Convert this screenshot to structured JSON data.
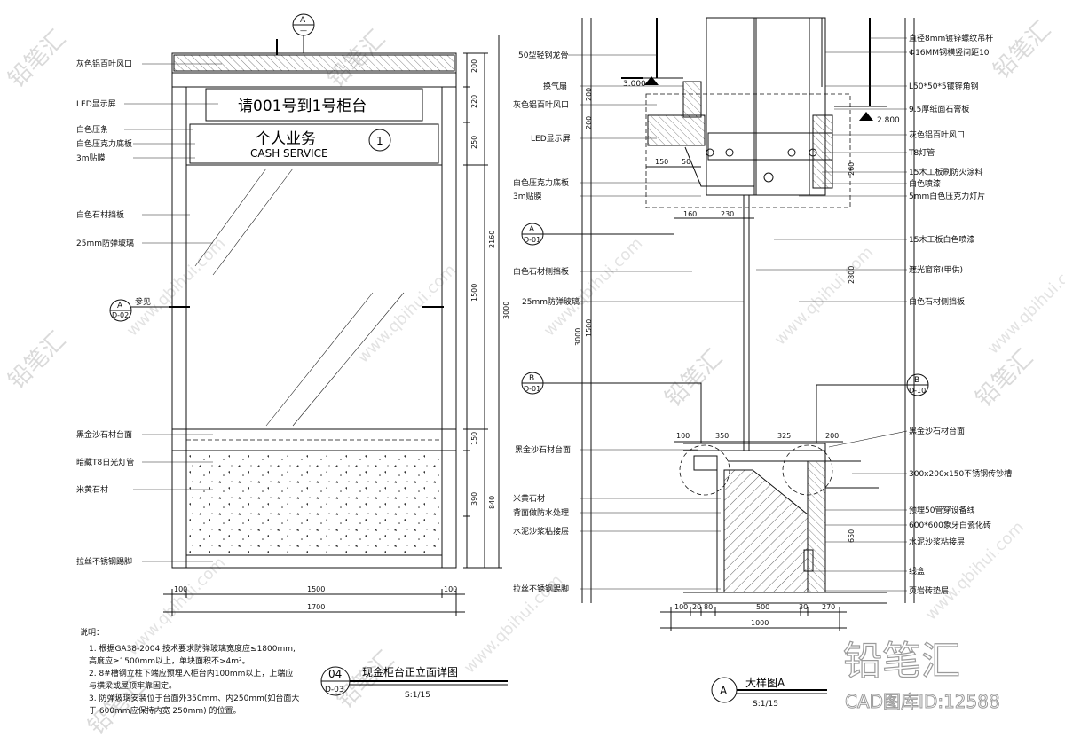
{
  "elevation": {
    "top_callout": {
      "letter": "A",
      "sub": "—"
    },
    "sign_top": "请001号到1号柜台",
    "sign_main": "个人业务",
    "sign_sub": "CASH SERVICE",
    "sign_number": "1",
    "side_callout": {
      "letter": "A",
      "sub": "D-02",
      "label": "参见"
    },
    "labels_left": [
      "灰色铝百叶风口",
      "LED显示屏",
      "白色压条",
      "白色压克力底板",
      "3m贴膜",
      "白色石材挡板",
      "25mm防弹玻璃",
      "黑金沙石材台面",
      "暗藏T8日光灯管",
      "米黄石材",
      "拉丝不锈钢踢脚"
    ],
    "dims_right_inner": [
      "200",
      "220",
      "250",
      "1500",
      "150",
      "390",
      "840"
    ],
    "dims_right_outer": [
      "2160",
      "3000"
    ],
    "dims_bottom": [
      "100",
      "1500",
      "100"
    ],
    "dim_total": "1700"
  },
  "notes": {
    "heading": "说明：",
    "lines": [
      "1. 根据GA38-2004 技术要求防弹玻璃宽度应≤1800mm,",
      "   高度应≥1500mm以上，单块面积不>4m²。",
      "2. 8#槽钢立柱下端应预埋入柜台内100mm以上，上端应",
      "   与横梁或屋顶牢靠固定。",
      "3. 防弹玻璃安装位于台面外350mm、内250mm(如台面大",
      "   于 600mm应保持内宽 250mm) 的位置。"
    ]
  },
  "title_block_1": {
    "num": "04",
    "sheet": "D-03",
    "title": "现金柜台正立面详图",
    "scale": "S:1/15"
  },
  "section": {
    "labels_left": [
      "50型轻钢龙骨",
      "换气扇",
      "灰色铝百叶风口",
      "LED显示屏",
      "白色压克力底板",
      "3m贴膜",
      "白色石材侧挡板",
      "25mm防弹玻璃",
      "黑金沙石材台面",
      "米黄石材",
      "背面做防水处理",
      "水泥沙浆粘接层",
      "拉丝不锈钢踢脚"
    ],
    "labels_right": [
      "直径8mm镀锌螺纹吊杆",
      "Φ16MM钢横竖间距10",
      "L50*50*5镀锌角钢",
      "9.5厚纸面石膏板",
      "灰色铝百叶风口",
      "T8灯管",
      "15木工板刷防火涂料",
      "白色喷漆",
      "5mm白色压克力灯片",
      "15木工板白色喷漆",
      "遮光窗帘(甲供)",
      "白色石材侧挡板",
      "黑金沙石材台面",
      "300x200x150不锈钢传钞槽",
      "预埋50管穿设备线",
      "600*600象牙白瓷化砖",
      "水泥沙浆粘接层",
      "线盒",
      "页岩砖垫层"
    ],
    "levels": [
      "3.000",
      "2.800"
    ],
    "callouts": [
      {
        "letter": "A",
        "sub": "D-01"
      },
      {
        "letter": "B",
        "sub": "D-01"
      },
      {
        "letter": "B",
        "sub": "D-10"
      }
    ],
    "dims_top": [
      "150",
      "50",
      "160",
      "230"
    ],
    "dims_counter": [
      "100",
      "350",
      "325",
      "200"
    ],
    "dims_bottom": [
      "100",
      "20",
      "80",
      "500",
      "30",
      "270"
    ],
    "dim_total": "1000",
    "dims_left": [
      "200",
      "200",
      "1500",
      "3000"
    ],
    "dims_right": [
      "260",
      "2800",
      "650"
    ]
  },
  "title_block_2": {
    "letter": "A",
    "title": "大样图A",
    "scale": "S:1/15"
  },
  "watermark": {
    "brand": "铅笔汇",
    "cad_id": "CAD图库ID:12588",
    "url": "www.qbihui.com",
    "tile": "铅笔汇"
  }
}
